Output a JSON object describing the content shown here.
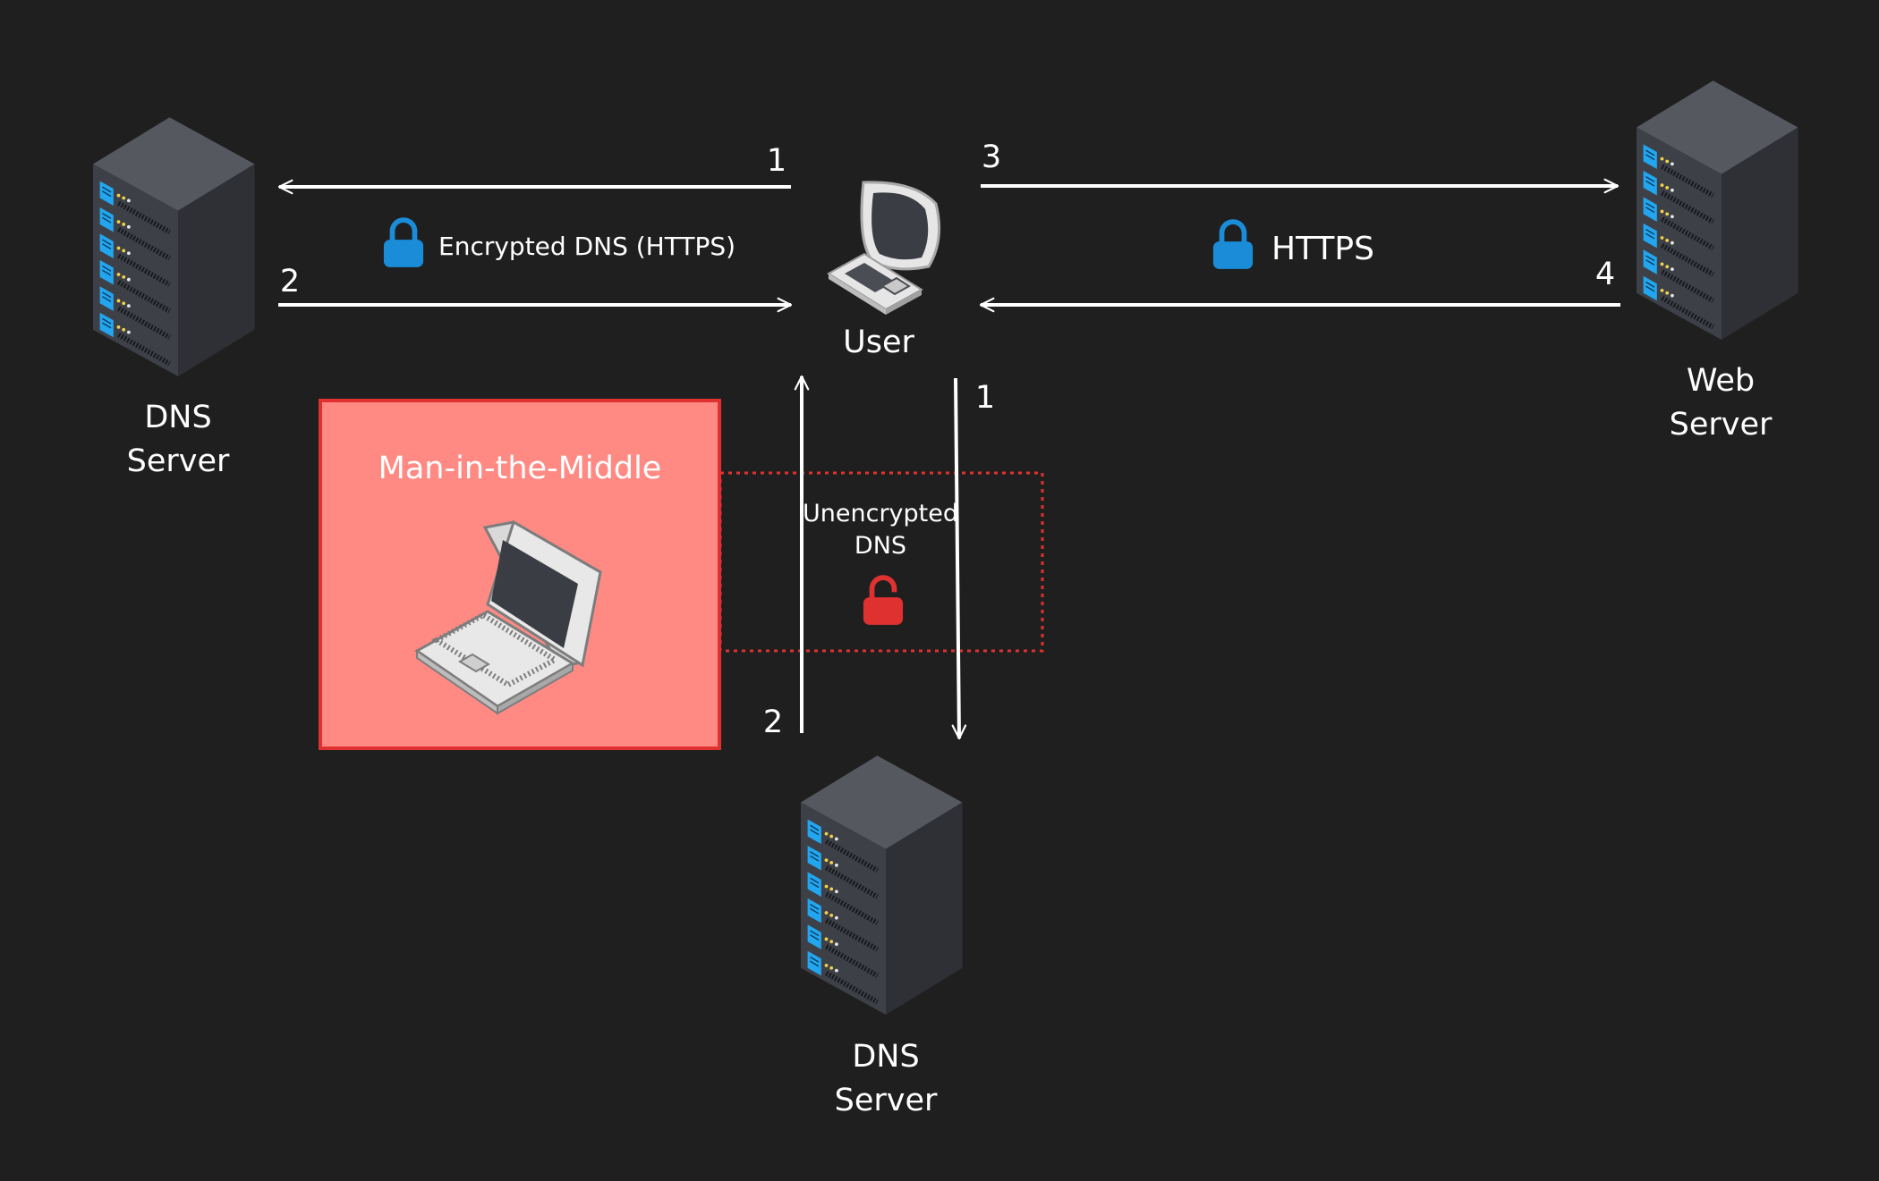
{
  "colors": {
    "background": "#1f1f1f",
    "line": "#ffffff",
    "encrypted_lock": "#1a8cd8",
    "unencrypted_lock": "#e03131",
    "mitm_fill": "#ff8a84",
    "mitm_border": "#e03131",
    "dashed_box": "#e03131",
    "server_body": "#3b3e45",
    "server_panel": "#2f3238",
    "server_led": "#23a6f0"
  },
  "nodes": {
    "dns_server_left": {
      "name": "DNS Server",
      "icon": "server-rack-icon"
    },
    "user": {
      "name": "User",
      "icon": "user-computer-icon"
    },
    "web_server": {
      "name": "Web Server",
      "icon": "server-rack-icon"
    },
    "dns_server_bottom": {
      "name": "DNS Server",
      "icon": "server-rack-icon"
    },
    "mitm": {
      "name": "Man-in-the-Middle",
      "icon": "laptop-icon"
    }
  },
  "edges": {
    "encrypted_dns": {
      "label": "Encrypted DNS (HTTPS)",
      "lock_icon": "lock-closed-icon",
      "request_step": "1",
      "response_step": "2"
    },
    "https": {
      "label": "HTTPS",
      "lock_icon": "lock-closed-icon",
      "request_step": "3",
      "response_step": "4"
    },
    "unencrypted_dns": {
      "label_line1": "Unencrypted",
      "label_line2": "DNS",
      "lock_icon": "lock-open-icon",
      "request_step": "1",
      "response_step": "2"
    }
  },
  "server_labels": {
    "dns_left_line1": "DNS",
    "dns_left_line2": "Server",
    "web_line1": "Web",
    "web_line2": "Server",
    "dns_bottom_line1": "DNS",
    "dns_bottom_line2": "Server"
  }
}
